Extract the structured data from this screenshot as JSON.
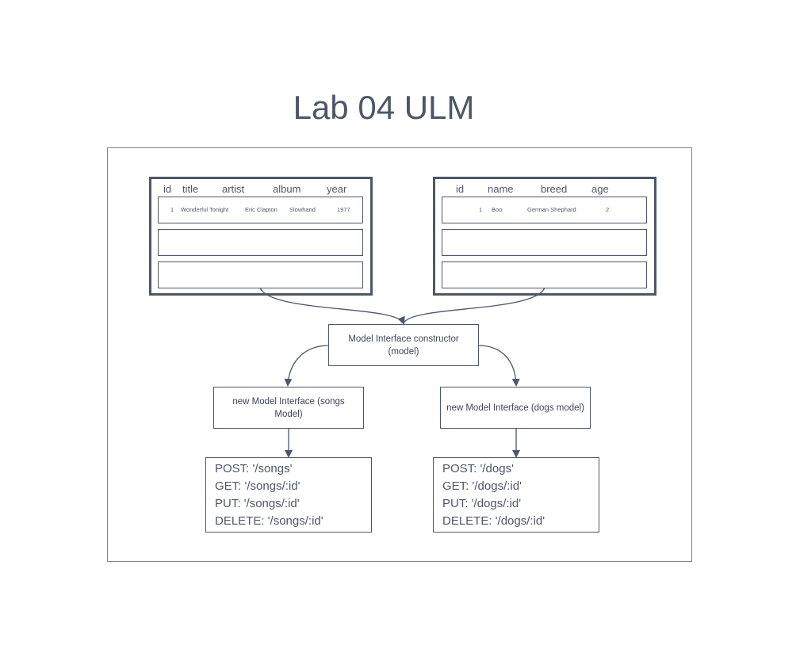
{
  "title": "Lab 04 ULM",
  "songs_table": {
    "headers": [
      "id",
      "title",
      "artist",
      "album",
      "year"
    ],
    "rows": [
      [
        "1",
        "Wonderful Tonight",
        "Eric Clapton",
        "Slowhand",
        "1977"
      ]
    ]
  },
  "dogs_table": {
    "headers": [
      "id",
      "name",
      "breed",
      "age"
    ],
    "rows": [
      [
        "1",
        "Boo",
        "German Shephard",
        "2"
      ]
    ]
  },
  "model_interface": {
    "label": "Model Interface constructor (model)"
  },
  "songs_model": {
    "label": "new Model Interface (songs Model)"
  },
  "dogs_model": {
    "label": "new Model Interface (dogs model)"
  },
  "songs_routes": [
    "POST: '/songs'",
    "GET: '/songs/:id'",
    "PUT: '/songs/:id'",
    "DELETE: '/songs/:id'"
  ],
  "dogs_routes": [
    "POST: '/dogs'",
    "GET: '/dogs/:id'",
    "PUT: '/dogs/:id'",
    "DELETE: '/dogs/:id'"
  ],
  "colors": {
    "line": "#4e5668",
    "frame": "#7d828c",
    "text": "#4e5668"
  }
}
